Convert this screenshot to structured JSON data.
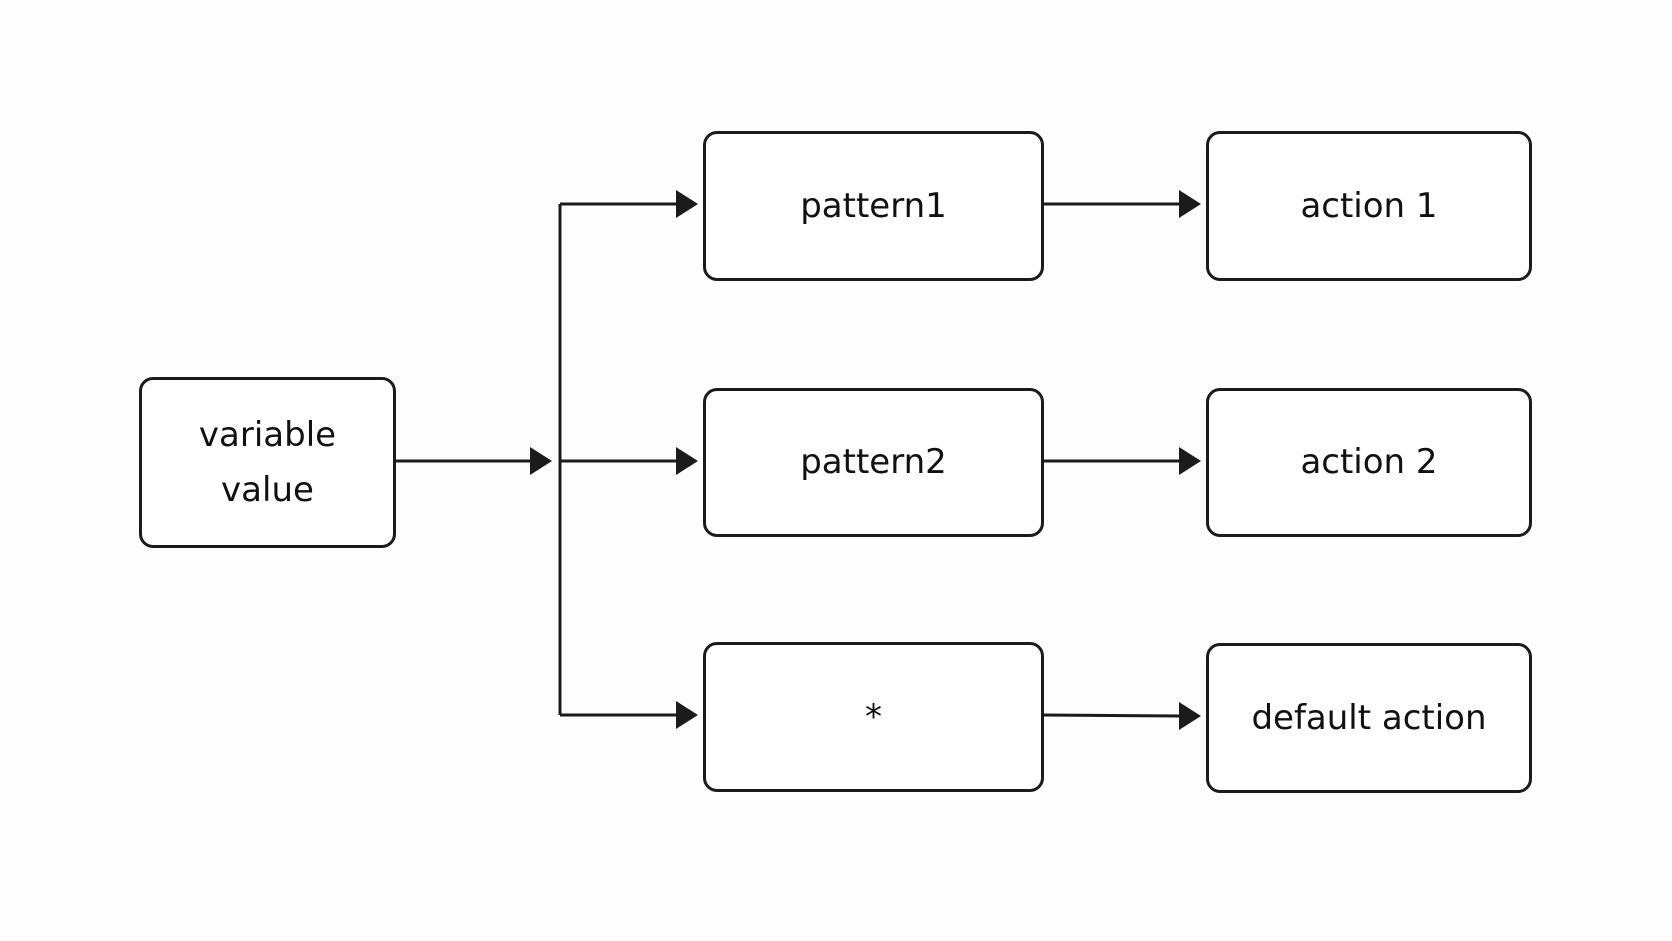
{
  "diagram": {
    "input": {
      "label": "variable\nvalue"
    },
    "cases": [
      {
        "pattern": "pattern1",
        "action": "action 1"
      },
      {
        "pattern": "pattern2",
        "action": "action 2"
      },
      {
        "pattern": "*",
        "action": "default action"
      }
    ],
    "colors": {
      "stroke": "#1b1b1b",
      "text": "#111111",
      "background": "#fdfdfd"
    }
  }
}
